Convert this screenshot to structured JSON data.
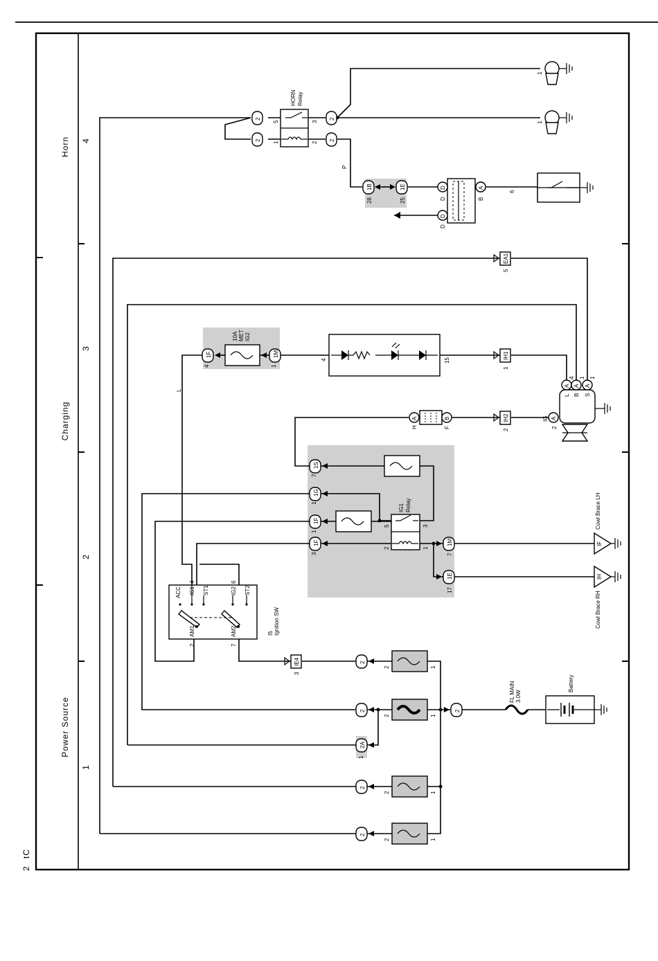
{
  "page": {
    "page_number": "2",
    "page_code": "tC"
  },
  "sections": [
    {
      "title": "Power Source",
      "number": "1"
    },
    {
      "title": "Charging",
      "number": "2"
    },
    {
      "title": "Charging",
      "number": "3"
    },
    {
      "title": "Horn",
      "number": "4"
    }
  ],
  "components": {
    "horn_relay": {
      "name": "HORN",
      "sub": "Relay"
    },
    "ig1_relay": {
      "name": "IG1",
      "sub": "Relay"
    },
    "ignition_sw": {
      "code": "I5",
      "name": "Ignition SW"
    },
    "fuse_met": {
      "amp": "10A",
      "name": "MET",
      "sub": "IG2"
    },
    "fl_main": {
      "name": "FL MAIN",
      "rating": "3.0W"
    },
    "battery": {
      "name": "Battery"
    },
    "cowl_lh": {
      "name": "Cowl Brace LH",
      "code": "IF"
    },
    "cowl_rh": {
      "name": "Cowl Brace RH",
      "code": "IH"
    },
    "wire_color_p": "P",
    "wire_color_l": "L"
  },
  "switch_terms": {
    "acc": "ACC",
    "ig1": "IG1",
    "st1": "ST1",
    "ig2": "IG2",
    "st2": "ST2",
    "am1": "AM1",
    "am2": "AM2",
    "pin4": "4",
    "pin6": "6",
    "pin2": "2",
    "pin7": "7"
  },
  "connectors": {
    "c2": "2",
    "c1b": "1B",
    "c1e": "1E",
    "ca": "A",
    "cb": "B",
    "cd": "D",
    "cea1": "EA1",
    "c1f": "1F",
    "c1m": "1M",
    "cih1": "IH1",
    "cih2": "IH2",
    "ch": "H",
    "cf": "F",
    "cig": "IG",
    "c1s": "1S",
    "c1g": "1G",
    "cie4": "IE4",
    "c2a": "2A",
    "cl": "L",
    "cs": "S"
  },
  "pins": {
    "p1": "1",
    "p2": "2",
    "p3": "3",
    "p4": "4",
    "p5": "5",
    "p6": "6",
    "p7": "7",
    "p15": "15",
    "p17": "17",
    "p25": "25",
    "p28": "28"
  }
}
